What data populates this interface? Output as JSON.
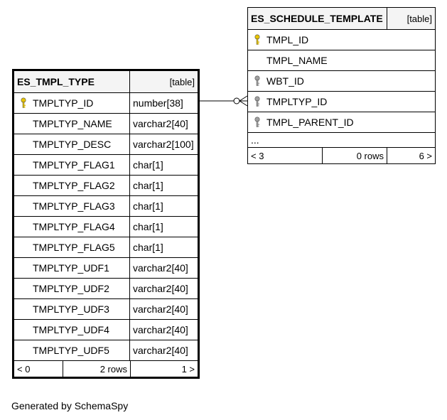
{
  "tables": {
    "tmpl_type": {
      "name": "ES_TMPL_TYPE",
      "kind": "[table]",
      "columns": [
        {
          "name": "TMPLTYP_ID",
          "type": "number[38]",
          "key": "primary"
        },
        {
          "name": "TMPLTYP_NAME",
          "type": "varchar2[40]",
          "key": ""
        },
        {
          "name": "TMPLTYP_DESC",
          "type": "varchar2[100]",
          "key": ""
        },
        {
          "name": "TMPLTYP_FLAG1",
          "type": "char[1]",
          "key": ""
        },
        {
          "name": "TMPLTYP_FLAG2",
          "type": "char[1]",
          "key": ""
        },
        {
          "name": "TMPLTYP_FLAG3",
          "type": "char[1]",
          "key": ""
        },
        {
          "name": "TMPLTYP_FLAG4",
          "type": "char[1]",
          "key": ""
        },
        {
          "name": "TMPLTYP_FLAG5",
          "type": "char[1]",
          "key": ""
        },
        {
          "name": "TMPLTYP_UDF1",
          "type": "varchar2[40]",
          "key": ""
        },
        {
          "name": "TMPLTYP_UDF2",
          "type": "varchar2[40]",
          "key": ""
        },
        {
          "name": "TMPLTYP_UDF3",
          "type": "varchar2[40]",
          "key": ""
        },
        {
          "name": "TMPLTYP_UDF4",
          "type": "varchar2[40]",
          "key": ""
        },
        {
          "name": "TMPLTYP_UDF5",
          "type": "varchar2[40]",
          "key": ""
        }
      ],
      "footer": {
        "parents": "< 0",
        "rows": "2 rows",
        "children": "1 >"
      }
    },
    "schedule_template": {
      "name": "ES_SCHEDULE_TEMPLATE",
      "kind": "[table]",
      "columns": [
        {
          "name": "TMPL_ID",
          "key": "primary"
        },
        {
          "name": "TMPL_NAME",
          "key": ""
        },
        {
          "name": "WBT_ID",
          "key": "foreign"
        },
        {
          "name": "TMPLTYP_ID",
          "key": "foreign"
        },
        {
          "name": "TMPL_PARENT_ID",
          "key": "foreign"
        }
      ],
      "ellipsis": "...",
      "footer": {
        "parents": "< 3",
        "rows": "0 rows",
        "children": "6 >"
      }
    }
  },
  "generated_by": "Generated by SchemaSpy",
  "colors": {
    "primary_key": "#e8c400",
    "foreign_key": "#a0a0a0",
    "line": "#000000",
    "header_bg": "#f4f4f4"
  },
  "icons": {
    "primary": "gold-key-icon",
    "foreign": "gray-key-icon"
  }
}
